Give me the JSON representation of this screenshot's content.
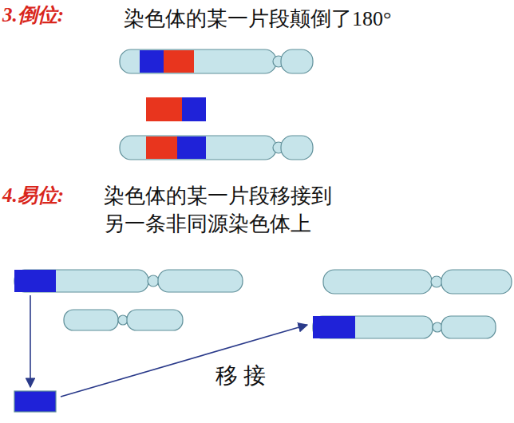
{
  "diagram": {
    "labels": [
      "3.倒位:",
      "染色体的某一片段颠倒了180°",
      "4.易位:",
      "染色体的某一片段移接到 另一条非同源染色体上",
      "移 接"
    ]
  }
}
